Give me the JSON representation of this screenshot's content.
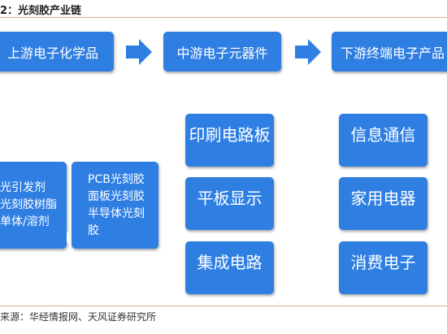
{
  "title": "2：光刻胶产业链",
  "stages": {
    "upstream": "上游电子化学品",
    "midstream": "中游电子元器件",
    "downstream": "下游终端电子产品"
  },
  "materials": [
    "光引发剂",
    "光刻胶树脂",
    "单体/溶剂"
  ],
  "photoresists": [
    "PCB光刻胶",
    "面板光刻胶",
    "半导体光刻胶"
  ],
  "components": [
    "印刷电路板",
    "平板显示",
    "集成电路"
  ],
  "products": [
    "信息通信",
    "家用电器",
    "消费电子"
  ],
  "source": "来源：华经情报网、天风证券研究所",
  "colors": {
    "box": "#2f7fe3",
    "rule": "#e8a78b"
  }
}
